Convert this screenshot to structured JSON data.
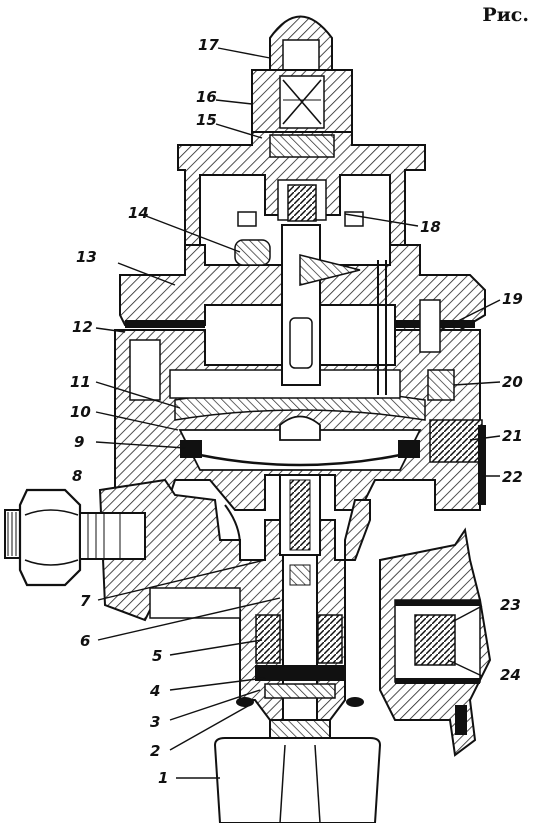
{
  "caption": "Рис.",
  "labels": [
    {
      "id": "l1",
      "text": "1"
    },
    {
      "id": "l2",
      "text": "2"
    },
    {
      "id": "l3",
      "text": "3"
    },
    {
      "id": "l4",
      "text": "4"
    },
    {
      "id": "l5",
      "text": "5"
    },
    {
      "id": "l6",
      "text": "6"
    },
    {
      "id": "l7",
      "text": "7"
    },
    {
      "id": "l8",
      "text": "8"
    },
    {
      "id": "l9",
      "text": "9"
    },
    {
      "id": "l10",
      "text": "10"
    },
    {
      "id": "l11",
      "text": "11"
    },
    {
      "id": "l12",
      "text": "12"
    },
    {
      "id": "l13",
      "text": "13"
    },
    {
      "id": "l14",
      "text": "14"
    },
    {
      "id": "l15",
      "text": "15"
    },
    {
      "id": "l16",
      "text": "16"
    },
    {
      "id": "l17",
      "text": "17"
    },
    {
      "id": "l18",
      "text": "18"
    },
    {
      "id": "l19",
      "text": "19"
    },
    {
      "id": "l20",
      "text": "20"
    },
    {
      "id": "l21",
      "text": "21"
    },
    {
      "id": "l22",
      "text": "22"
    },
    {
      "id": "l23",
      "text": "23"
    },
    {
      "id": "l24",
      "text": "24"
    }
  ]
}
